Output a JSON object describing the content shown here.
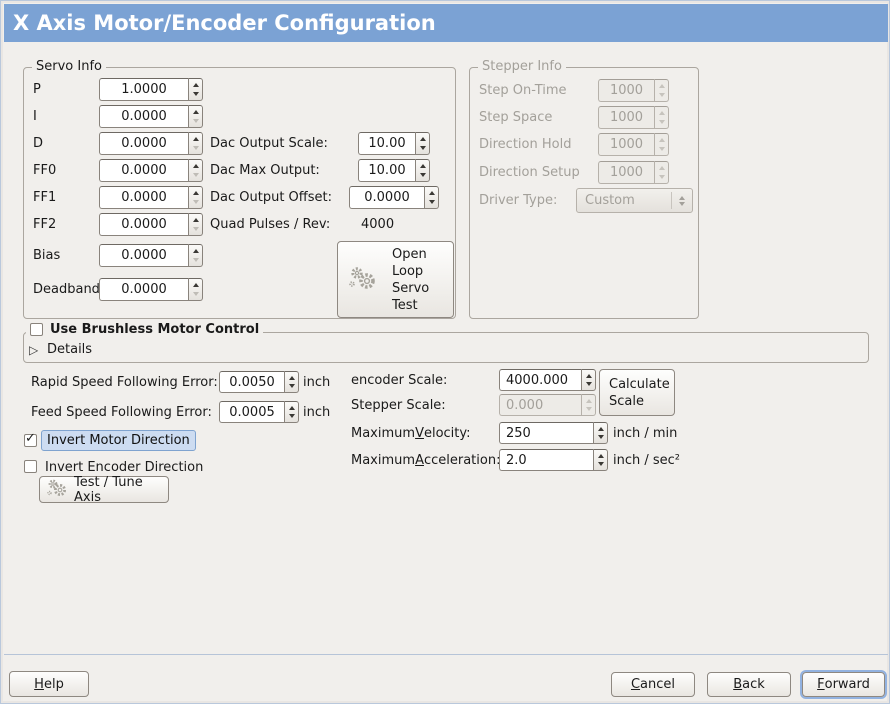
{
  "window": {
    "title": "X Axis Motor/Encoder Configuration"
  },
  "colors": {
    "titlebar": "#7ba2d4",
    "selection_highlight": "#cddcf1",
    "background": "#f1efec"
  },
  "icons": {
    "gears_glyph": "gears-icon",
    "expander_glyph": "▷",
    "checkmark_glyph": "✓"
  },
  "servo_info": {
    "legend": "Servo Info",
    "params": [
      {
        "label": "P",
        "value": "1.0000"
      },
      {
        "label": "I",
        "value": "0.0000"
      },
      {
        "label": "D",
        "value": "0.0000"
      },
      {
        "label": "FF0",
        "value": "0.0000"
      },
      {
        "label": "FF1",
        "value": "0.0000"
      },
      {
        "label": "FF2",
        "value": "0.0000"
      },
      {
        "label": "Bias",
        "value": "0.0000"
      },
      {
        "label": "Deadband",
        "value": "0.0000"
      }
    ],
    "dac_output_scale": {
      "label": "Dac Output Scale:",
      "value": "10.00"
    },
    "dac_max_output": {
      "label": "Dac Max Output:",
      "value": "10.00"
    },
    "dac_output_offset": {
      "label": "Dac Output Offset:",
      "value": "0.0000"
    },
    "quad_pulses": {
      "label": "Quad Pulses / Rev:",
      "value": "4000"
    },
    "open_loop_button": {
      "lines": [
        "Open",
        "Loop",
        "Servo",
        "Test"
      ]
    }
  },
  "stepper_info": {
    "legend": "Stepper Info",
    "params": [
      {
        "label": "Step On-Time",
        "value": "1000"
      },
      {
        "label": "Step Space",
        "value": "1000"
      },
      {
        "label": "Direction Hold",
        "value": "1000"
      },
      {
        "label": "Direction Setup",
        "value": "1000"
      }
    ],
    "driver_type": {
      "label": "Driver Type:",
      "value": "Custom"
    }
  },
  "brushless": {
    "checkbox_label": "Use Brushless Motor Control",
    "details_label": "Details"
  },
  "following_error": {
    "rapid": {
      "label": "Rapid Speed Following Error:",
      "value": "0.0050",
      "unit": "inch"
    },
    "feed": {
      "label": "Feed Speed Following Error:",
      "value": "0.0005",
      "unit": "inch"
    }
  },
  "scales": {
    "encoder_scale": {
      "label": "encoder Scale:",
      "value": "4000.000"
    },
    "calculate_button": {
      "lines": [
        "Calculate",
        "Scale"
      ]
    },
    "stepper_scale": {
      "label": "Stepper Scale:",
      "value": "0.000"
    },
    "max_velocity": {
      "label_pre": "Maximum ",
      "label_mn": "V",
      "label_post": "elocity:",
      "value": "250",
      "unit": "inch / min"
    },
    "max_accel": {
      "label_pre": "Maximum ",
      "label_mn": "A",
      "label_post": "cceleration:",
      "value": "2.0",
      "unit": "inch / sec²"
    }
  },
  "direction": {
    "invert_motor": {
      "label": "Invert Motor Direction",
      "checked": true
    },
    "invert_encoder": {
      "label": "Invert Encoder Direction",
      "checked": false
    }
  },
  "test_button": {
    "label": "Test / Tune Axis"
  },
  "footer": {
    "help": {
      "mn": "H",
      "rest": "elp"
    },
    "cancel": {
      "mn": "C",
      "rest": "ancel"
    },
    "back": {
      "mn": "B",
      "rest": "ack"
    },
    "forward": {
      "mn": "F",
      "rest": "orward"
    }
  }
}
